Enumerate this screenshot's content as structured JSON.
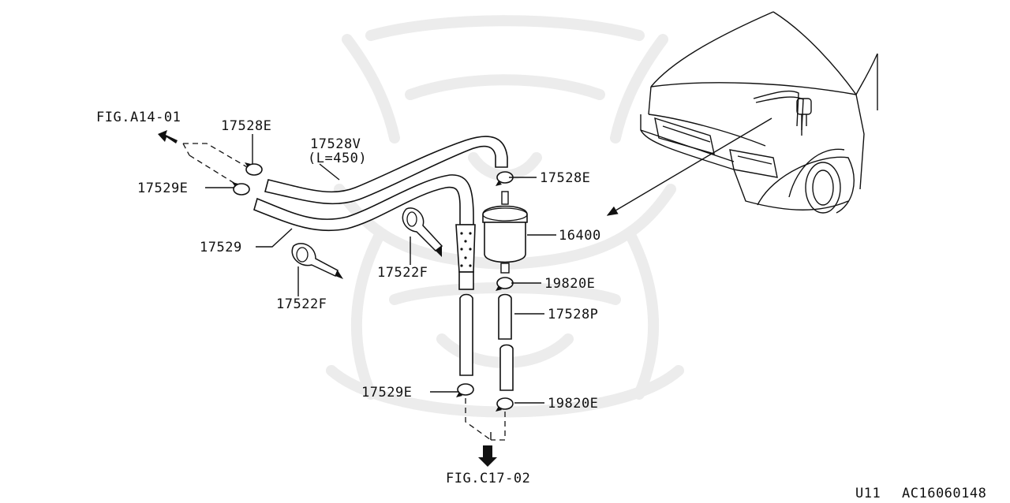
{
  "diagram": {
    "labels": {
      "fig_a14": "FIG.A14-01",
      "p17528E_a": "17528E",
      "p17528V": "17528V",
      "p17528V_len": "(L=450)",
      "p17529E_a": "17529E",
      "p17528E_b": "17528E",
      "p16400": "16400",
      "p17529": "17529",
      "p17522F_a": "17522F",
      "p17522F_b": "17522F",
      "p19820E_a": "19820E",
      "p17528P": "17528P",
      "p17529E_b": "17529E",
      "p19820E_b": "19820E",
      "fig_c17": "FIG.C17-02"
    },
    "footer": {
      "model": "U11",
      "code": "AC16060148"
    }
  }
}
